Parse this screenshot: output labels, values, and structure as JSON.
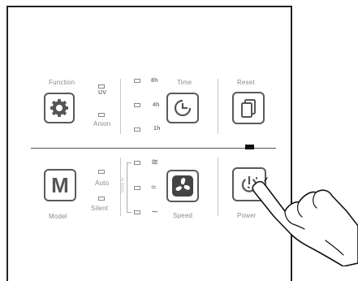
{
  "panel": {
    "function_label": "Function",
    "uv_label": "UV",
    "anion_label": "Anion",
    "time_label": "Time",
    "reset_label": "Reset",
    "time_8h": "8h",
    "time_4h": "4h",
    "time_1h": "1h",
    "auto_label": "Auto",
    "silent_label": "Silent",
    "model_label": "Model",
    "speed_label": "Speed",
    "power_label": "Power",
    "model_button_glyph": "M",
    "speed_vertical_text": "Sleep Hi"
  },
  "colors": {
    "frame": "#222222",
    "button_border": "#5a5a5a",
    "text": "#8a8a8a",
    "indicator_active": "#111111"
  },
  "icons": [
    "gear-icon",
    "timer-icon",
    "reset-icon",
    "fan-icon",
    "power-icon",
    "pointing-hand-icon"
  ]
}
